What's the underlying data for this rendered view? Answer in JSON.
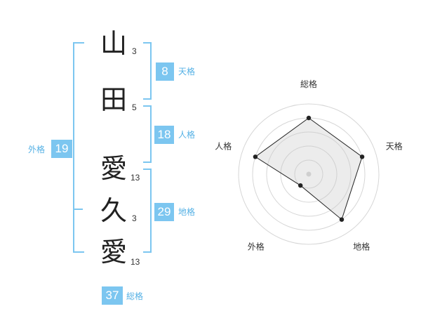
{
  "name_chars": [
    {
      "char": "山",
      "strokes": "3"
    },
    {
      "char": "田",
      "strokes": "5"
    },
    {
      "char": "愛",
      "strokes": "13"
    },
    {
      "char": "久",
      "strokes": "3"
    },
    {
      "char": "愛",
      "strokes": "13"
    }
  ],
  "kakusu": {
    "tenkaku": {
      "value": "8",
      "label": "天格"
    },
    "jinkaku": {
      "value": "18",
      "label": "人格"
    },
    "chikaku": {
      "value": "29",
      "label": "地格"
    },
    "gaikaku": {
      "value": "19",
      "label": "外格"
    },
    "soukaku": {
      "value": "37",
      "label": "総格"
    }
  },
  "chart_data": {
    "type": "radar",
    "axes": [
      "総格",
      "天格",
      "地格",
      "外格",
      "人格"
    ],
    "values": [
      4,
      4,
      4,
      1,
      4
    ],
    "max": 5,
    "rings": 5
  }
}
